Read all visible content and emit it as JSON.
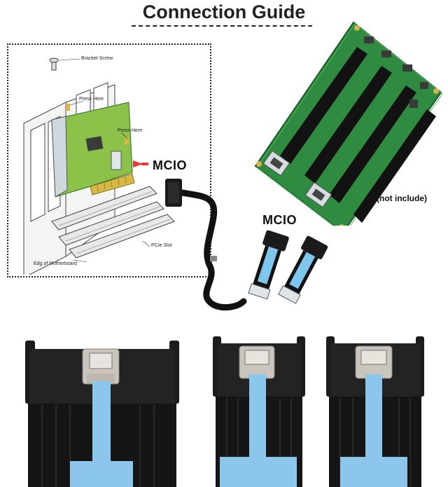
{
  "title": "Connection Guide",
  "diagram_labels": {
    "bracket_screw": "Bracket Screw",
    "press_here_1": "Press Here",
    "press_here_2": "Press Here",
    "pcie_slot": "PCIe Slot",
    "edge_of_motherboard": "Edg   of Motherboard"
  },
  "mcio_label_1": "MCIO",
  "mcio_label_2": "MCIO",
  "not_included": "(not include)"
}
